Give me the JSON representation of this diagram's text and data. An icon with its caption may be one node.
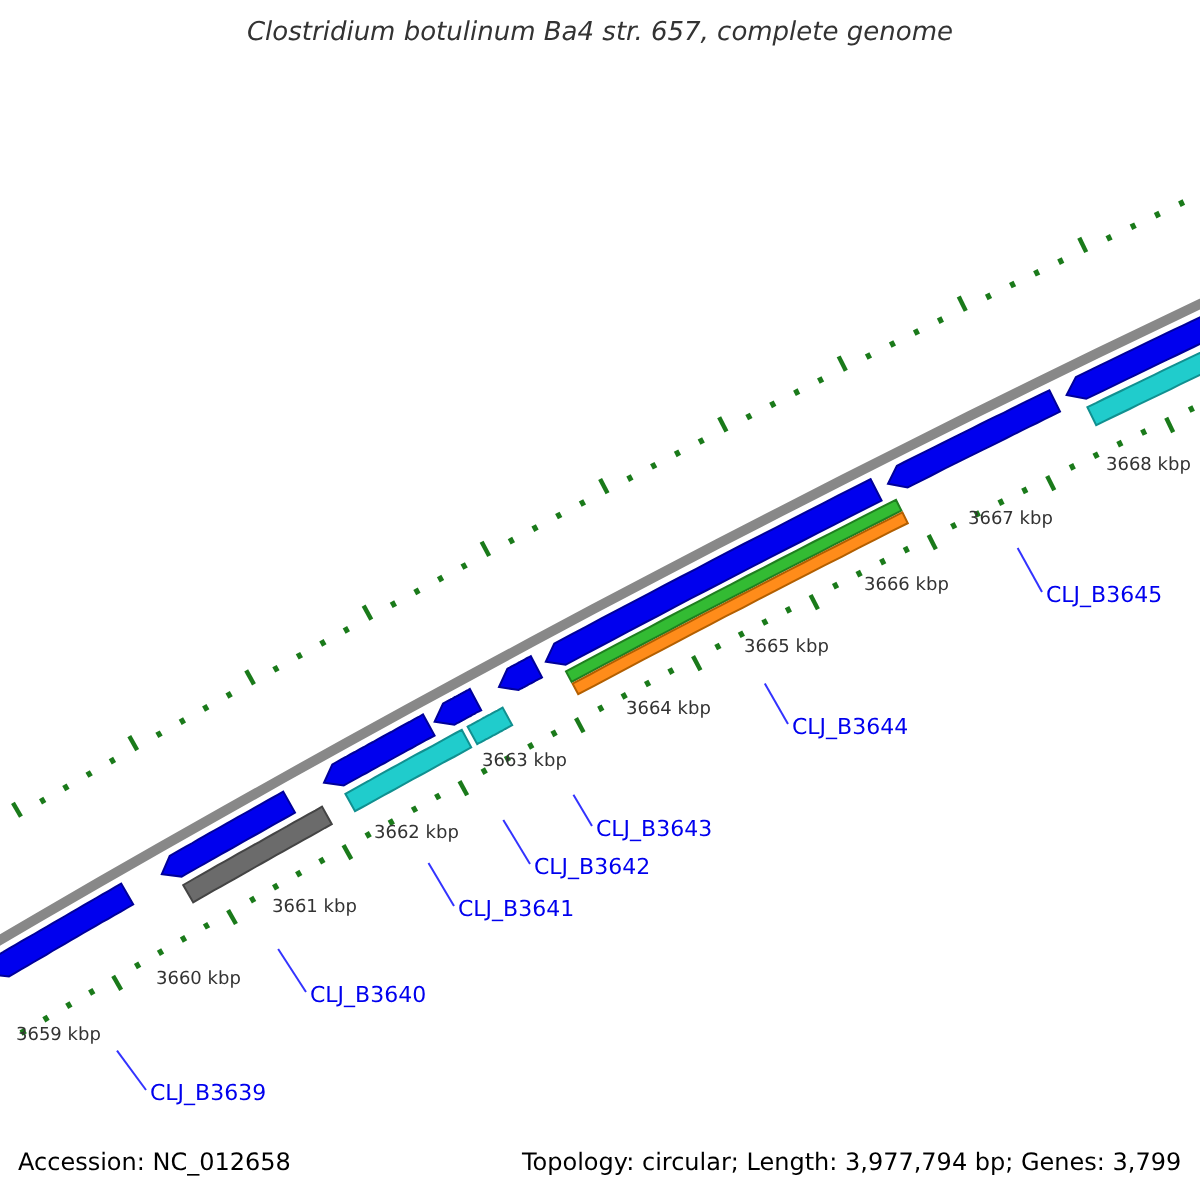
{
  "diagram": {
    "title": "Clostridium botulinum Ba4 str. 657, complete genome",
    "nodes": [
      {
        "text": [
          "CLJ_B3639"
        ]
      },
      {
        "text": [
          "CLJ_B3640"
        ]
      },
      {
        "text": [
          "CLJ_B3641"
        ]
      },
      {
        "text": [
          "CLJ_B3642"
        ]
      },
      {
        "text": [
          "CLJ_B3643"
        ]
      },
      {
        "text": [
          "CLJ_B3644"
        ]
      },
      {
        "text": [
          "CLJ_B3645"
        ]
      }
    ],
    "edges": [
      {
        "from": 0,
        "to": null,
        "arrow": "none"
      },
      {
        "from": 1,
        "to": null,
        "arrow": "none"
      },
      {
        "from": 2,
        "to": null,
        "arrow": "none"
      },
      {
        "from": 3,
        "to": null,
        "arrow": "none"
      },
      {
        "from": 4,
        "to": null,
        "arrow": "none"
      },
      {
        "from": 5,
        "to": null,
        "arrow": "none"
      },
      {
        "from": 6,
        "to": null,
        "arrow": "none"
      }
    ],
    "labels": [
      "3668 kbp",
      "3667 kbp",
      "3666 kbp",
      "3665 kbp",
      "3664 kbp",
      "3663 kbp",
      "3662 kbp",
      "3661 kbp",
      "3660 kbp",
      "3659 kbp",
      "Accession: NC_012658",
      "Topology: circular; Length: 3,977,794 bp; Genes: 3,799"
    ]
  }
}
